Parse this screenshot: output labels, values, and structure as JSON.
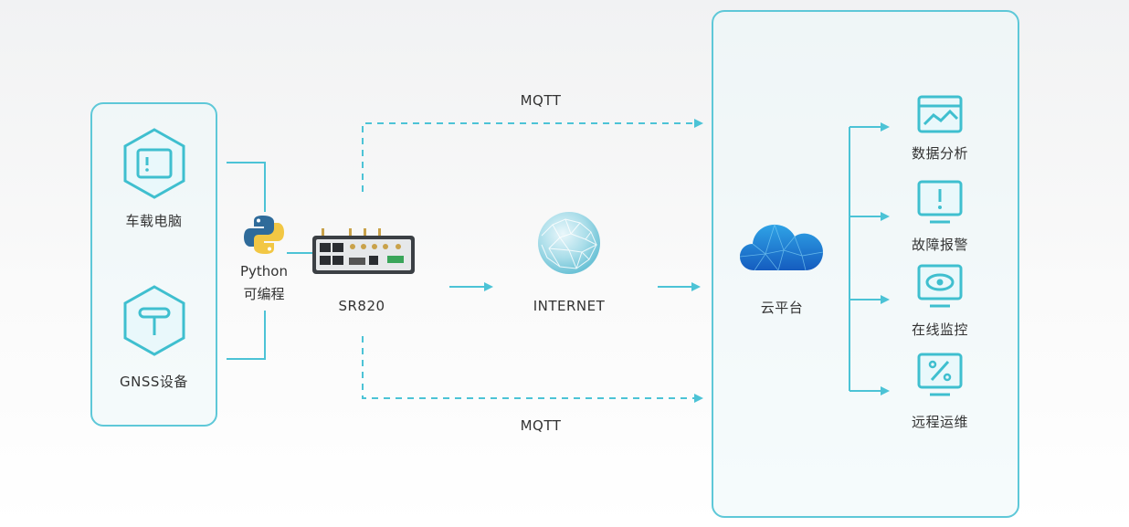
{
  "devices": {
    "vehicle_computer_label": "车载电脑",
    "gnss_label": "GNSS设备"
  },
  "python": {
    "name": "Python",
    "subtitle": "可编程"
  },
  "router": {
    "label": "SR820"
  },
  "internet": {
    "label": "INTERNET"
  },
  "protocols": {
    "top": "MQTT",
    "bottom": "MQTT"
  },
  "cloud": {
    "label": "云平台",
    "services": [
      "数据分析",
      "故障报警",
      "在线监控",
      "远程运维"
    ]
  },
  "colors": {
    "accent": "#5ec8d8",
    "hexagon": "#3fbfcf",
    "cloud_blue": "#1a6fd0",
    "python_blue": "#2f6b9a",
    "python_yellow": "#f2c744"
  },
  "icons": [
    "monitor-hexagon-icon",
    "t-hexagon-icon",
    "python-logo-icon",
    "router-image",
    "globe-icon",
    "cloud-icon",
    "chart-screen-icon",
    "alert-screen-icon",
    "eye-screen-icon",
    "percent-screen-icon"
  ]
}
